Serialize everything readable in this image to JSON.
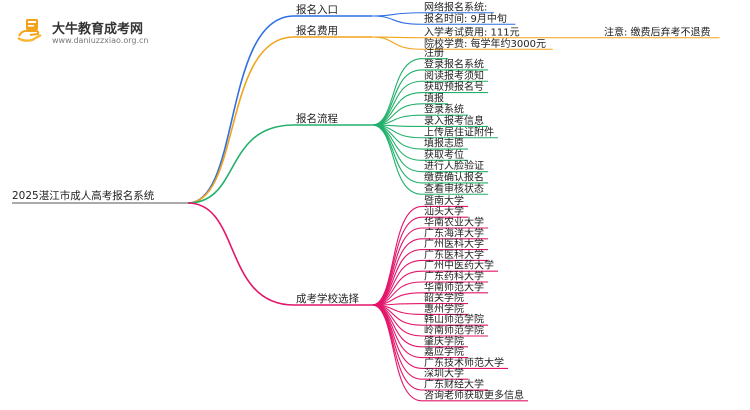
{
  "logo": {
    "title": "大牛教育成考网",
    "url": "www.daniuzzxiao.org.cn",
    "icon": "book-hand-icon"
  },
  "root": {
    "label": "2025湛江市成人高考报名系统"
  },
  "colors": {
    "blue": "#2f6fe0",
    "orange": "#f2a31b",
    "green": "#22b06a",
    "pink": "#e3166b"
  },
  "branches": [
    {
      "label": "报名入口",
      "color": "blue",
      "children": [
        {
          "label": "网络报名系统:"
        },
        {
          "label": "报名时间: 9月中旬"
        }
      ]
    },
    {
      "label": "报名费用",
      "color": "orange",
      "children": [
        {
          "label": "入学考试费用: 111元",
          "note": "注意: 缴费后弃考不退费"
        },
        {
          "label": "院校学费: 每学年约3000元"
        }
      ]
    },
    {
      "label": "报名流程",
      "color": "green",
      "children": [
        {
          "label": "注册"
        },
        {
          "label": "登录报名系统"
        },
        {
          "label": "阅读报考须知"
        },
        {
          "label": "获取预报名号"
        },
        {
          "label": "填报"
        },
        {
          "label": "登录系统"
        },
        {
          "label": "录入报考信息"
        },
        {
          "label": "上传居住证附件"
        },
        {
          "label": "填报志愿"
        },
        {
          "label": "获取考位"
        },
        {
          "label": "进行人脸验证"
        },
        {
          "label": "缴费确认报名"
        },
        {
          "label": "查看审核状态"
        }
      ]
    },
    {
      "label": "成考学校选择",
      "color": "pink",
      "children": [
        {
          "label": "暨南大学"
        },
        {
          "label": "汕头大学"
        },
        {
          "label": "华南农业大学"
        },
        {
          "label": "广东海洋大学"
        },
        {
          "label": "广州医科大学"
        },
        {
          "label": "广东医科大学"
        },
        {
          "label": "广州中医药大学"
        },
        {
          "label": "广东药科大学"
        },
        {
          "label": "华南师范大学"
        },
        {
          "label": "韶关学院"
        },
        {
          "label": "惠州学院"
        },
        {
          "label": "韩山师范学院"
        },
        {
          "label": "岭南师范学院"
        },
        {
          "label": "肇庆学院"
        },
        {
          "label": "嘉应学院"
        },
        {
          "label": "广东技术师范大学"
        },
        {
          "label": "深圳大学"
        },
        {
          "label": "广东财经大学"
        },
        {
          "label": "咨询老师获取更多信息"
        }
      ]
    }
  ]
}
